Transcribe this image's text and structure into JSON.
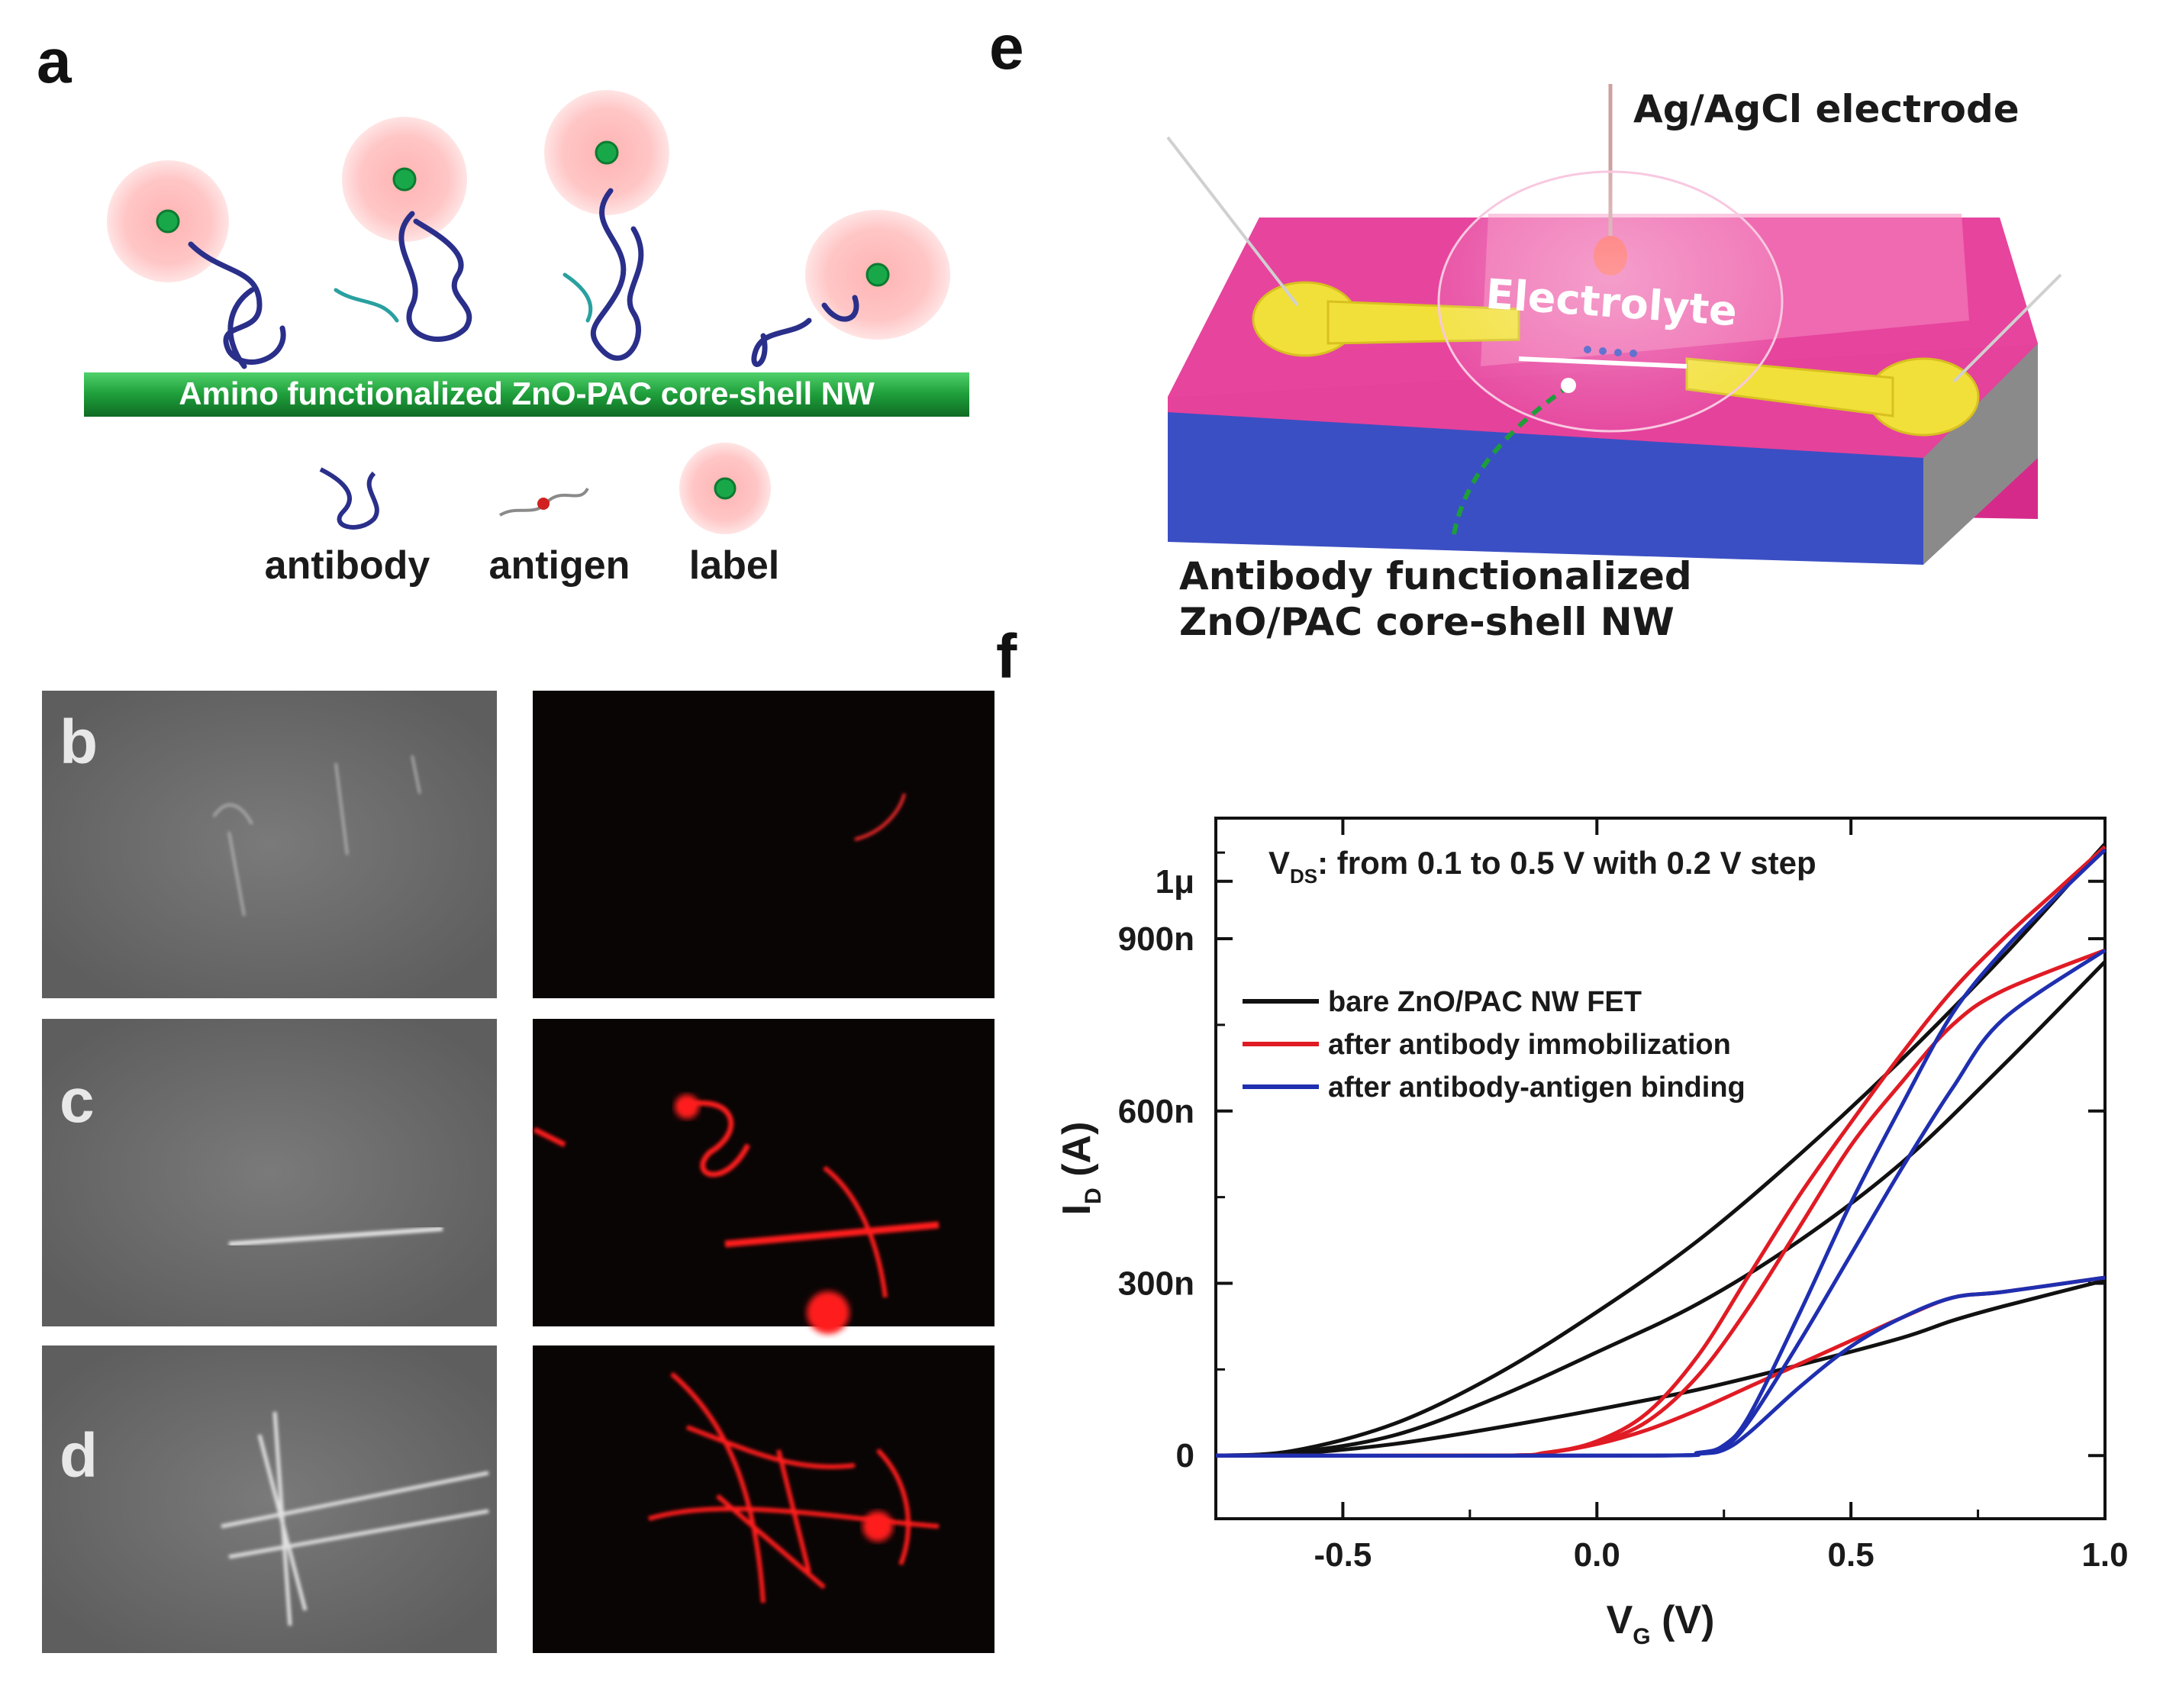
{
  "panels": {
    "a": {
      "label": "a",
      "nanowire_text": "Amino functionalized ZnO-PAC core-shell NW",
      "legend": [
        "antibody",
        "antigen",
        "label"
      ]
    },
    "b": {
      "label": "b"
    },
    "c": {
      "label": "c"
    },
    "d": {
      "label": "d"
    },
    "e": {
      "label": "e",
      "electrode_label": "Ag/AgCl electrode",
      "electrolyte_label": "Electrolyte",
      "nw_label_line1": "Antibody functionalized",
      "nw_label_line2": "ZnO/PAC core-shell NW"
    },
    "f": {
      "label": "f"
    }
  },
  "colors": {
    "nanowire_green": "#1e9e3a",
    "substrate_magenta": "#e0359a",
    "substrate_blue": "#3b4fc4",
    "electrode_yellow": "#f2e03a",
    "fluorescence_red": "#ff1a1a",
    "series_black": "#111111",
    "series_red": "#e01b24",
    "series_blue": "#1f2fb0"
  },
  "chart_data": {
    "type": "line",
    "title": "",
    "annotation": {
      "main": "V",
      "sub": "DS",
      "rest": ": from 0.1 to 0.5 V with 0.2 V step"
    },
    "xlabel": {
      "main": "V",
      "sub": "G",
      "rest": " (V)"
    },
    "ylabel": {
      "main": "I",
      "sub": "D",
      "rest": " (A)"
    },
    "xlim": [
      -0.75,
      1.0
    ],
    "ylim": [
      -110,
      1110
    ],
    "x_ticks": [
      -0.5,
      0.0,
      0.5,
      1.0
    ],
    "x_tick_labels": [
      "-0.5",
      "0.0",
      "0.5",
      "1.0"
    ],
    "y_ticks": [
      0,
      300,
      600,
      900,
      1000
    ],
    "y_tick_labels": [
      "0",
      "300n",
      "600n",
      "900n",
      "1μ"
    ],
    "y_units": "nA",
    "legend_position": "upper-left",
    "series": [
      {
        "name": "bare ZnO/PAC NW FET",
        "color": "#111111",
        "curves": [
          {
            "vds": 0.1,
            "x": [
              -0.75,
              -0.6,
              -0.4,
              -0.2,
              0.0,
              0.2,
              0.4,
              0.6,
              0.7,
              0.8,
              1.0
            ],
            "y": [
              0,
              3,
              20,
              48,
              80,
              115,
              158,
              205,
              235,
              260,
              305
            ]
          },
          {
            "vds": 0.3,
            "x": [
              -0.75,
              -0.6,
              -0.4,
              -0.2,
              0.0,
              0.2,
              0.4,
              0.6,
              0.8,
              1.0
            ],
            "y": [
              0,
              5,
              35,
              100,
              180,
              265,
              375,
              510,
              680,
              860
            ]
          },
          {
            "vds": 0.5,
            "x": [
              -0.75,
              -0.6,
              -0.4,
              -0.2,
              0.0,
              0.2,
              0.4,
              0.6,
              0.8,
              1.0
            ],
            "y": [
              0,
              8,
              55,
              140,
              250,
              375,
              525,
              690,
              870,
              1065
            ]
          }
        ]
      },
      {
        "name": "after antibody immobilization",
        "color": "#e01b24",
        "curves": [
          {
            "vds": 0.1,
            "x": [
              -0.75,
              -0.2,
              -0.1,
              0.0,
              0.1,
              0.2,
              0.3,
              0.4,
              0.5,
              0.6,
              0.7,
              0.8,
              1.0
            ],
            "y": [
              0,
              0,
              5,
              20,
              45,
              80,
              120,
              160,
              200,
              240,
              275,
              285,
              310
            ]
          },
          {
            "vds": 0.3,
            "x": [
              -0.75,
              -0.2,
              -0.1,
              0.0,
              0.1,
              0.2,
              0.3,
              0.4,
              0.5,
              0.6,
              0.7,
              0.8,
              1.0
            ],
            "y": [
              0,
              0,
              5,
              22,
              60,
              140,
              260,
              400,
              540,
              650,
              750,
              810,
              880
            ]
          },
          {
            "vds": 0.5,
            "x": [
              -0.75,
              -0.2,
              -0.1,
              0.0,
              0.1,
              0.2,
              0.3,
              0.4,
              0.5,
              0.6,
              0.7,
              0.8,
              0.9,
              1.0
            ],
            "y": [
              0,
              0,
              5,
              25,
              75,
              175,
              315,
              455,
              580,
              700,
              810,
              900,
              980,
              1060
            ]
          }
        ]
      },
      {
        "name": "after antibody-antigen binding",
        "color": "#1f2fb0",
        "curves": [
          {
            "vds": 0.1,
            "x": [
              -0.75,
              0.1,
              0.2,
              0.25,
              0.3,
              0.4,
              0.5,
              0.6,
              0.7,
              0.8,
              1.0
            ],
            "y": [
              0,
              0,
              3,
              10,
              40,
              120,
              190,
              240,
              275,
              285,
              310
            ]
          },
          {
            "vds": 0.3,
            "x": [
              -0.75,
              0.1,
              0.2,
              0.25,
              0.3,
              0.4,
              0.5,
              0.6,
              0.7,
              0.8,
              1.0
            ],
            "y": [
              0,
              0,
              5,
              15,
              60,
              200,
              350,
              500,
              640,
              760,
              880
            ]
          },
          {
            "vds": 0.5,
            "x": [
              -0.75,
              0.1,
              0.2,
              0.25,
              0.3,
              0.4,
              0.5,
              0.6,
              0.7,
              0.8,
              0.9,
              1.0
            ],
            "y": [
              0,
              0,
              5,
              18,
              70,
              250,
              440,
              610,
              770,
              880,
              970,
              1055
            ]
          }
        ]
      }
    ]
  }
}
